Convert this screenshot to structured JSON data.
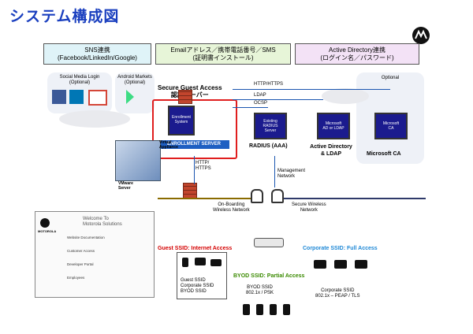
{
  "title": "システム構成図",
  "headers": {
    "sns": {
      "line1": "SNS連携",
      "line2": "(Facebook/LinkedIn/Google)"
    },
    "email": {
      "line1": "Emailアドレス／携帯電話番号／SMS",
      "line2": "(証明書インストール)"
    },
    "ad": {
      "line1": "Active Directory連携",
      "line2": "(ログイン名／パスワード)"
    }
  },
  "social": {
    "label1": "Social Media Login",
    "label2": "(Optional)"
  },
  "android": {
    "label1": "Android Markets",
    "label2": "(Optional)"
  },
  "optional": "Optional",
  "guest_access": {
    "line1": "Secure Guest Access",
    "line2": "認証サーバー"
  },
  "enrollment": {
    "screen_line1": "Enrollment",
    "screen_line2": "System",
    "banner": "ENROLLMENT SERVER"
  },
  "protocols": {
    "http": "HTTP/HTTPS",
    "ldap": "LDAP",
    "ocsp": "OCSP",
    "http2_line1": "HTTP/",
    "http2_line2": "HTTPS"
  },
  "servers": {
    "radius": {
      "screen1": "Existing",
      "screen2": "RADIUS",
      "screen3": "Server",
      "label": "RADIUS (AAA)"
    },
    "ad": {
      "screen1": "Microsoft",
      "screen2": "AD or LDAP",
      "label1": "Active Directory",
      "label2": "& LDAP"
    },
    "ca": {
      "screen1": "Microsoft",
      "screen2": "CA",
      "label": "Microsoft CA"
    }
  },
  "vmware": {
    "label1": "VMware",
    "label2": "Server",
    "virtual1": "Virtual",
    "virtual2": "Appliance"
  },
  "management": {
    "line1": "Management",
    "line2": "Network"
  },
  "onboarding": {
    "line1": "On-Boarding",
    "line2": "Wireless Network"
  },
  "secure_wireless": {
    "line1": "Secure Wireless",
    "line2": "Network"
  },
  "portal": {
    "brand": "MOTOROLA",
    "welcome1": "Welcome To",
    "welcome2": "Motorola Solutions",
    "rows": [
      "Website Documentation",
      "Customer Access",
      "Developer Portal",
      "Employees"
    ]
  },
  "ssid": {
    "guest": "Guest SSID: Internet Access",
    "corporate": "Corporate SSID: Full Access",
    "byod": "BYOD SSID: Partial Access"
  },
  "guest_box": [
    "Guest SSID",
    "Corporate SSID",
    "BYOD SSID"
  ],
  "byod_label": {
    "line1": "BYOD SSID",
    "line2": "802.1x / PSK"
  },
  "corp_label": {
    "line1": "Corporate SSID",
    "line2": "802.1x – PEAP / TLS"
  },
  "colors": {
    "title": "#1a3fbf",
    "red": "#d40000",
    "green": "#3a8a00",
    "blue": "#1e88d6"
  }
}
